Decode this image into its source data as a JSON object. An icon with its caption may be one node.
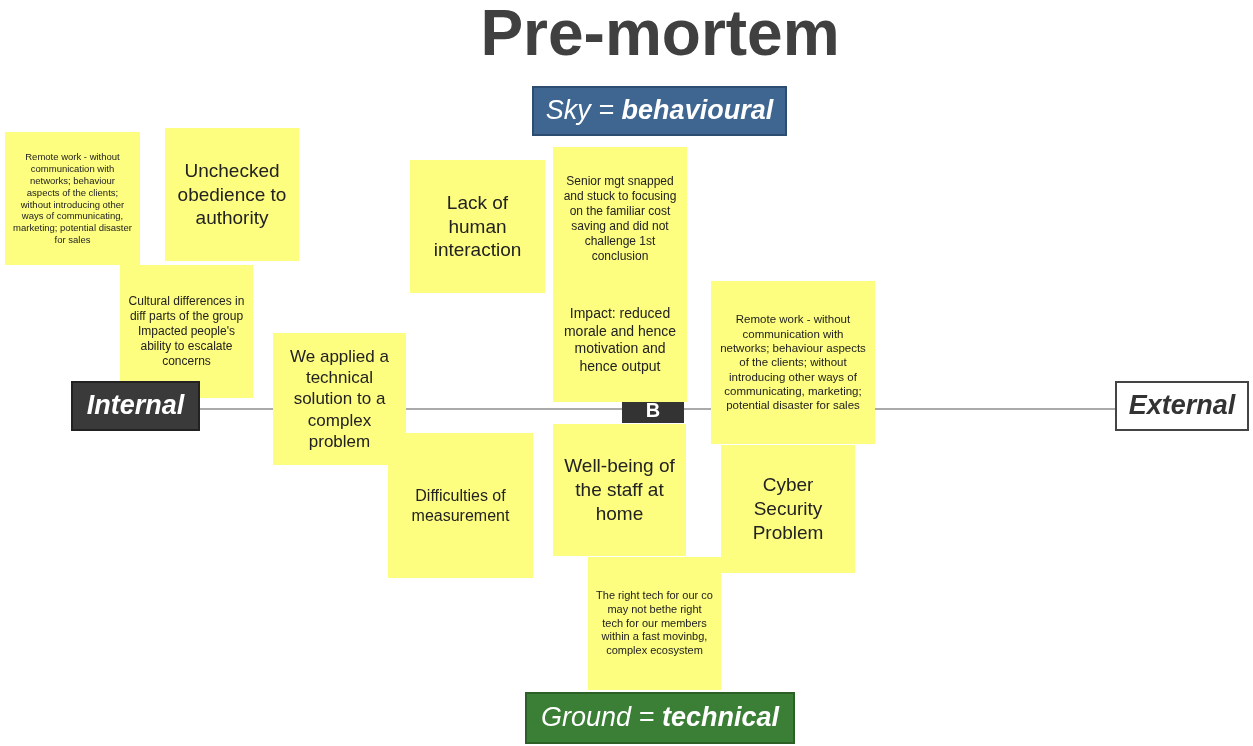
{
  "diagram": {
    "title": "Pre-mortem",
    "nodes": [
      {
        "text": [
          "Remote work - without communication with networks; behaviour aspects of the clients; without introducing other ways of communicating, marketing; potential disaster for sales"
        ]
      },
      {
        "text": [
          "Unchecked obedience to authority"
        ]
      },
      {
        "text": [
          "Lack of human interaction"
        ]
      },
      {
        "text": [
          "Senior mgt snapped and stuck to focusing on the familiar cost saving and did not challenge 1st conclusion",
          "Impact: reduced morale and hence motivation and hence output"
        ]
      },
      {
        "text": [
          "Cultural differences in diff parts of the group Impacted people's ability to escalate concerns"
        ]
      },
      {
        "text": [
          "Remote work - without communication with networks; behaviour aspects of the clients; without introducing other ways of communicating, marketing; potential disaster for sales"
        ]
      },
      {
        "text": [
          "We applied a technical solution to a complex problem"
        ]
      },
      {
        "text": [
          "Difficulties of measurement"
        ]
      },
      {
        "text": [
          "Well-being of the staff at home"
        ]
      },
      {
        "text": [
          "Cyber Security Problem"
        ]
      },
      {
        "text": [
          "The right tech for our co may not bethe right tech for our members within a fast movinbg, complex ecosystem"
        ]
      },
      {
        "text": [
          "Sky = **behavioural**"
        ]
      },
      {
        "text": [
          "Internal"
        ]
      },
      {
        "text": [
          "External"
        ]
      },
      {
        "text": [
          "Ground = **technical**"
        ]
      }
    ],
    "edges": [],
    "labels": [
      "B"
    ]
  }
}
